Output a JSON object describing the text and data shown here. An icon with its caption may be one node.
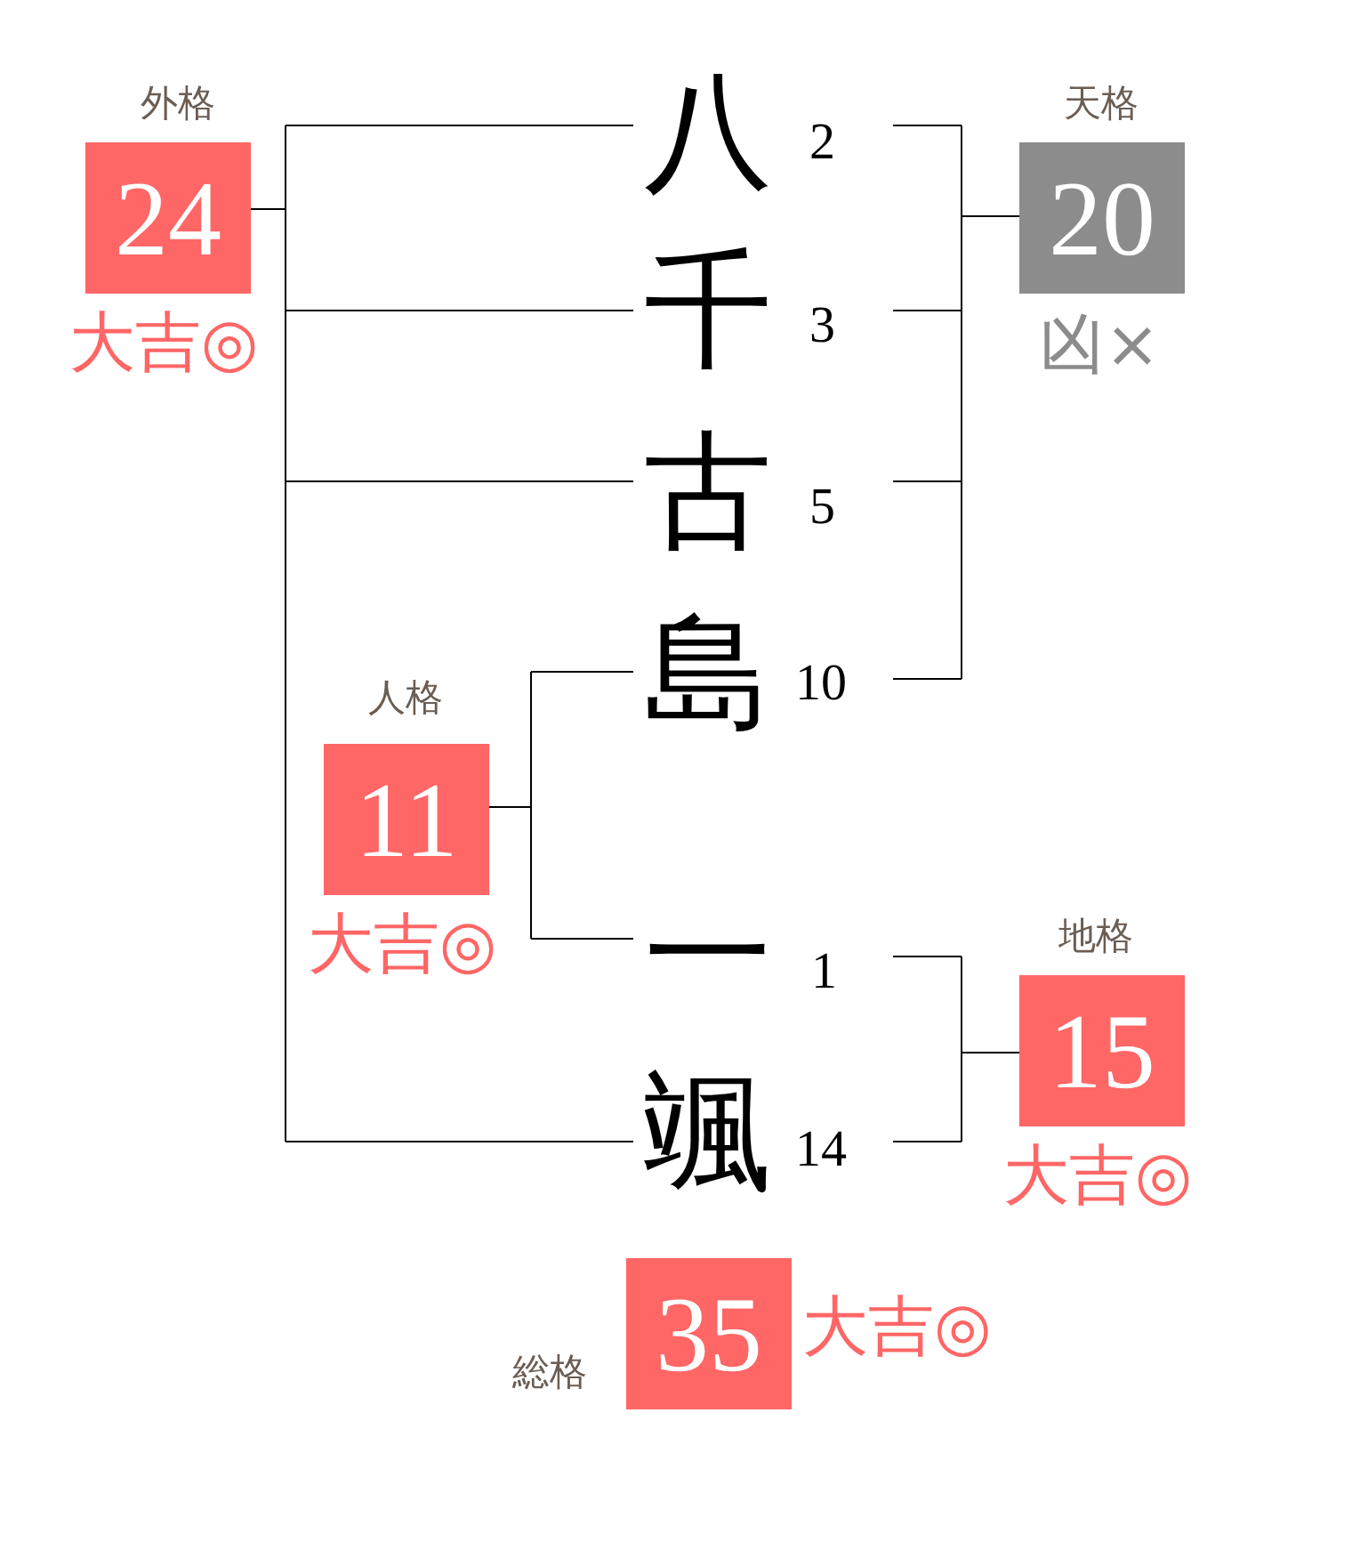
{
  "diagram": {
    "nodes": [
      {
        "text": [
          "外格",
          "24"
        ],
        "beside": [
          "大吉◎"
        ]
      },
      {
        "text": [
          "八"
        ],
        "beside": [
          "2"
        ]
      },
      {
        "text": [
          "天格",
          "20"
        ],
        "beside": [
          "凶×"
        ]
      },
      {
        "text": [
          "千"
        ],
        "beside": [
          "3"
        ]
      },
      {
        "text": [
          "古"
        ],
        "beside": [
          "5"
        ]
      },
      {
        "text": [
          "島"
        ],
        "beside": [
          "10"
        ]
      },
      {
        "text": [
          "人格",
          "11"
        ],
        "beside": [
          "大吉◎"
        ]
      },
      {
        "text": [
          "一"
        ],
        "beside": [
          "1"
        ]
      },
      {
        "text": [
          "地格",
          "15"
        ],
        "beside": [
          "大吉◎"
        ]
      },
      {
        "text": [
          "颯"
        ],
        "beside": [
          "14"
        ]
      },
      {
        "text": [
          "総格",
          "35"
        ],
        "beside": [
          "大吉◎"
        ]
      }
    ],
    "edges": [
      {
        "from": 0,
        "to": 1,
        "arrow": "none"
      },
      {
        "from": 0,
        "to": 3,
        "arrow": "none"
      },
      {
        "from": 0,
        "to": 4,
        "arrow": "none"
      },
      {
        "from": 0,
        "to": 9,
        "arrow": "none"
      },
      {
        "from": 2,
        "to": 1,
        "arrow": "none"
      },
      {
        "from": 2,
        "to": 3,
        "arrow": "none"
      },
      {
        "from": 2,
        "to": 4,
        "arrow": "none"
      },
      {
        "from": 2,
        "to": 5,
        "arrow": "none"
      },
      {
        "from": 6,
        "to": 5,
        "arrow": "none"
      },
      {
        "from": 6,
        "to": 7,
        "arrow": "none"
      },
      {
        "from": 8,
        "to": 7,
        "arrow": "none"
      },
      {
        "from": 8,
        "to": 9,
        "arrow": "none"
      }
    ]
  }
}
